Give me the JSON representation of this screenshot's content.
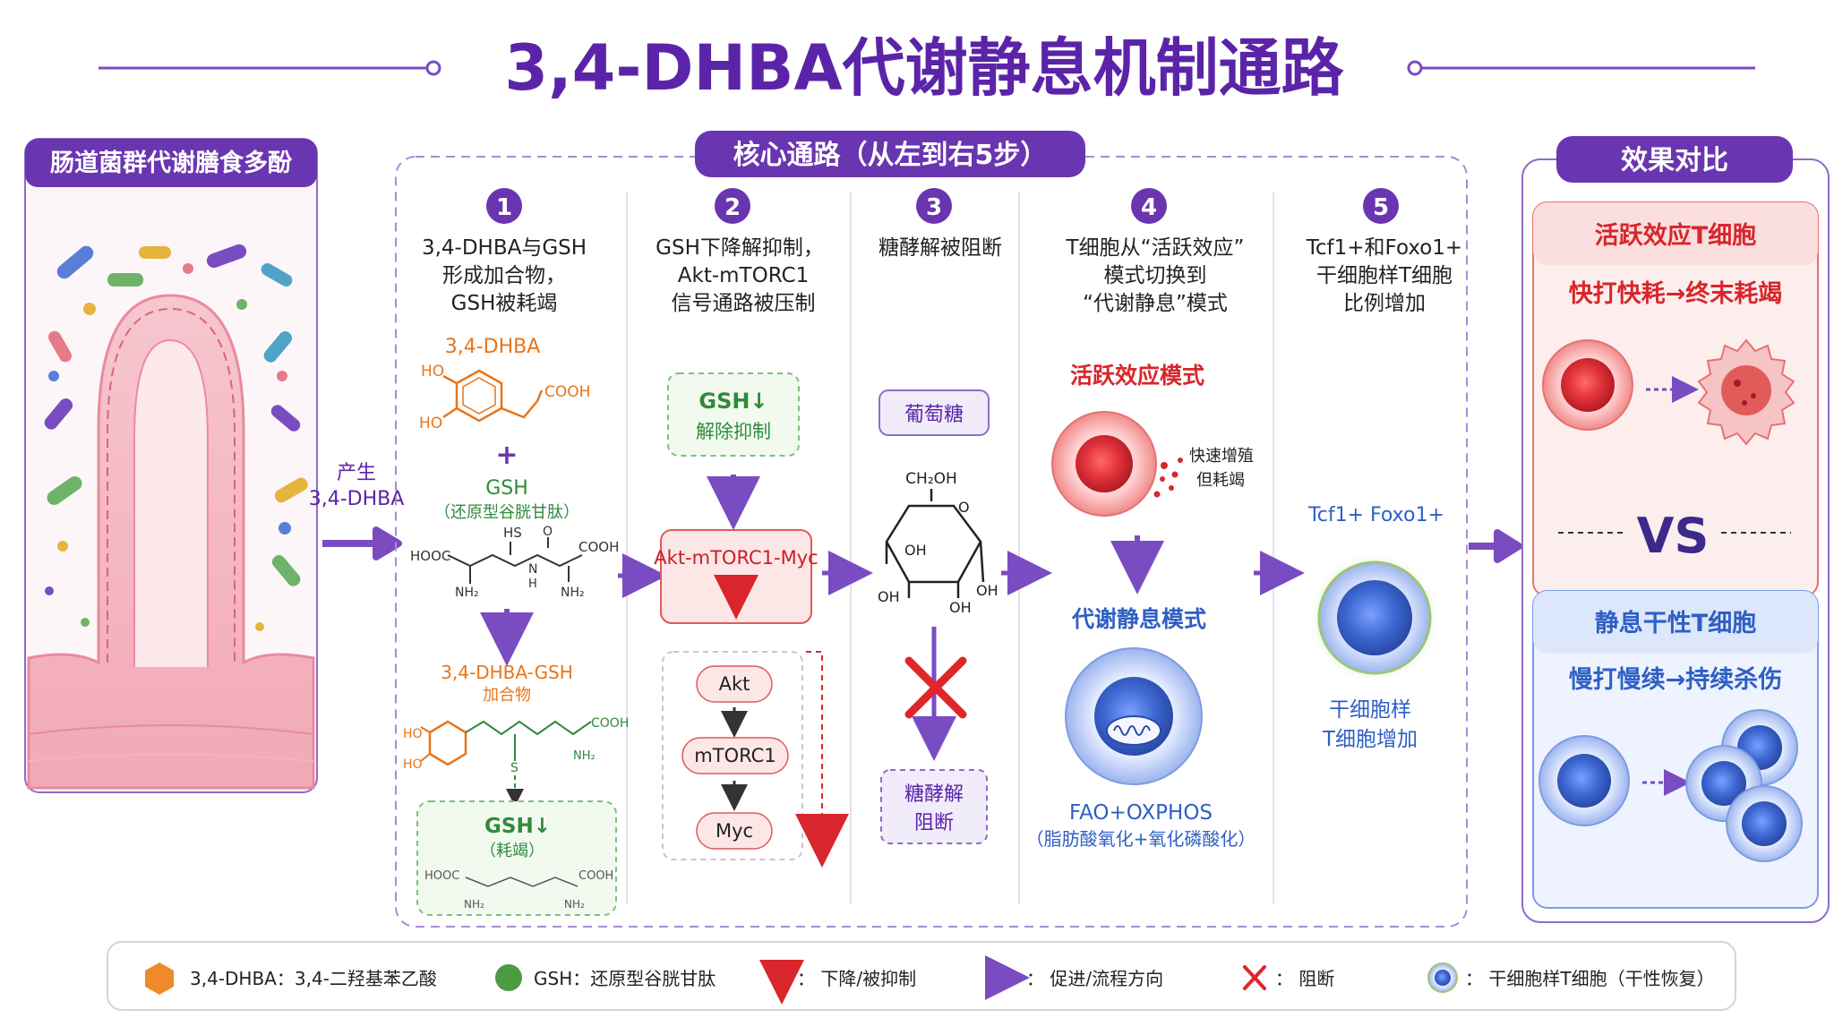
{
  "title": "3,4-DHBA代谢静息机制通路",
  "left_panel": {
    "header": "肠道菌群代谢膳食多酚",
    "arrow_label_1": "产生",
    "arrow_label_2": "3,4-DHBA"
  },
  "core": {
    "header": "核心通路（从左到右5步）",
    "steps": [
      {
        "num": "1",
        "lines": [
          "3,4-DHBA与GSH",
          "形成加合物，",
          "GSH被耗竭"
        ]
      },
      {
        "num": "2",
        "lines": [
          "GSH下降解抑制，",
          "Akt-mTORC1",
          "信号通路被压制"
        ]
      },
      {
        "num": "3",
        "lines": [
          "糖酵解被阻断"
        ]
      },
      {
        "num": "4",
        "lines": [
          "T细胞从“活跃效应”",
          "模式切换到",
          "“代谢静息”模式"
        ]
      },
      {
        "num": "5",
        "lines": [
          "Tcf1+和Foxo1+",
          "干细胞样T细胞",
          "比例增加"
        ]
      }
    ],
    "step1": {
      "dhba_label": "3,4-DHBA",
      "ho1": "HO",
      "ho2": "HO",
      "cooh": "COOH",
      "plus": "+",
      "gsh_label": "GSH",
      "gsh_sub": "（还原型谷胱甘肽）",
      "hooc": "HOOC",
      "hs": "HS",
      "o": "O",
      "cooh2": "COOH",
      "nh2a": "NH₂",
      "nh": "N",
      "h": "H",
      "nh2b": "NH₂",
      "adduct_label_1": "3,4-DHBA-GSH",
      "adduct_label_2": "加合物",
      "add_ho1": "HO",
      "add_ho2": "HO",
      "add_s": "S",
      "add_cooh": "COOH",
      "add_nh2": "NH₂",
      "depleted_1": "GSH↓",
      "depleted_2": "（耗竭）",
      "dep_hooc": "HOOC",
      "dep_cooh": "COOH",
      "dep_nh2a": "NH₂",
      "dep_nh2b": "NH₂"
    },
    "step2": {
      "relief_1": "GSH↓",
      "relief_2": "解除抑制",
      "akt_box": "Akt-mTORC1-Myc",
      "chain": [
        "Akt",
        "mTORC1",
        "Myc"
      ]
    },
    "step3": {
      "glucose": "葡萄糖",
      "ch2oh": "CH₂OH",
      "o": "O",
      "oh": [
        "OH",
        "OH",
        "OH",
        "OH"
      ],
      "blocked_1": "糖酵解",
      "blocked_2": "阻断"
    },
    "step4": {
      "active_mode": "活跃效应模式",
      "prolif_1": "快速增殖",
      "prolif_2": "但耗竭",
      "quiescent_mode": "代谢静息模式",
      "fao": "FAO+OXPHOS",
      "fao_sub": "（脂肪酸氧化+氧化磷酸化）"
    },
    "step5": {
      "markers": "Tcf1+  Foxo1+",
      "result_1": "干细胞样",
      "result_2": "T细胞增加"
    }
  },
  "compare": {
    "header": "效果对比",
    "top_title": "活跃效应T细胞",
    "top_sub": "快打快耗→终末耗竭",
    "vs": "VS",
    "bottom_title": "静息干性T细胞",
    "bottom_sub": "慢打慢续→持续杀伤"
  },
  "legend": {
    "items": [
      "3,4-DHBA：3,4-二羟基苯乙酸",
      "GSH：还原型谷胱甘肽",
      "：  下降/被抑制",
      "：  促进/流程方向",
      "：  阻断",
      "：  干细胞样T细胞（干性恢复）"
    ]
  },
  "colors": {
    "title": "#5b24a8",
    "purple": "#6b3fb5",
    "header_bg": "#6a35b0",
    "orange": "#e8751a",
    "green": "#2e8b3a",
    "red": "#d8262c",
    "blue": "#2f5fc4"
  }
}
